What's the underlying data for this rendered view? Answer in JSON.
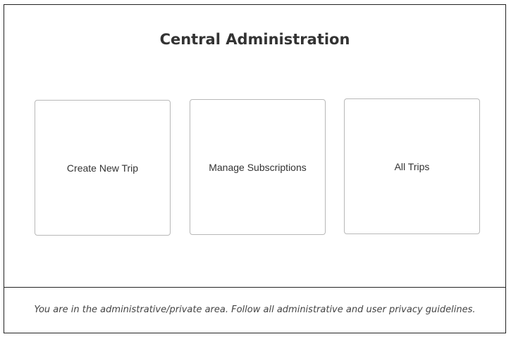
{
  "header": {
    "title": "Central Administration"
  },
  "tiles": [
    {
      "label": "Create New Trip"
    },
    {
      "label": "Manage Subscriptions"
    },
    {
      "label": "All Trips"
    }
  ],
  "footer": {
    "notice": "You are in the administrative/private area. Follow all administrative and user privacy guidelines."
  },
  "colors": {
    "frame_border": "#222222",
    "tile_border": "#b8b8b8",
    "text": "#333333"
  }
}
